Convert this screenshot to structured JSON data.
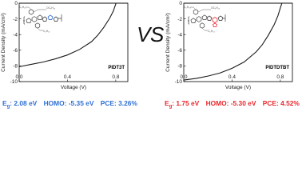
{
  "vs_label": "VS",
  "chart_data": [
    {
      "type": "line",
      "title": "",
      "xlabel": "Voltage (V)",
      "ylabel": "Current Density (mA/cm²)",
      "xlim": [
        0,
        0.9
      ],
      "ylim": [
        -10,
        0
      ],
      "x_ticks": [
        "0.0",
        "0.4",
        "0.8"
      ],
      "y_ticks": [
        "0",
        "-2",
        "-4",
        "-6",
        "-8",
        "-10"
      ],
      "grid": false,
      "polymer_name": "PIDT3T",
      "series": [
        {
          "name": "",
          "x": [
            0.0,
            0.1,
            0.2,
            0.3,
            0.4,
            0.5,
            0.6,
            0.65,
            0.7,
            0.75,
            0.78,
            0.8,
            0.83,
            0.86,
            0.9
          ],
          "y": [
            -8.1,
            -7.8,
            -7.5,
            -7.1,
            -6.6,
            -5.9,
            -4.9,
            -4.1,
            -3.1,
            -1.9,
            -1.0,
            -0.1,
            1.0,
            2.4,
            4.5
          ]
        }
      ],
      "highlight_color": "#2e6fd6"
    },
    {
      "type": "line",
      "title": "",
      "xlabel": "Voltage (V)",
      "ylabel": "Current Density (mA/cm²)",
      "xlim": [
        0,
        0.9
      ],
      "ylim": [
        -10,
        0
      ],
      "x_ticks": [
        "0.0",
        "0.4",
        "0.8"
      ],
      "y_ticks": [
        "0",
        "-2",
        "-4",
        "-6",
        "-8",
        "-10"
      ],
      "grid": false,
      "polymer_name": "PIDTDTBT",
      "series": [
        {
          "name": "",
          "x": [
            0.0,
            0.1,
            0.2,
            0.3,
            0.4,
            0.5,
            0.6,
            0.65,
            0.7,
            0.75,
            0.78,
            0.8,
            0.83,
            0.86,
            0.9
          ],
          "y": [
            -9.8,
            -9.6,
            -9.3,
            -8.9,
            -8.3,
            -7.5,
            -6.2,
            -5.3,
            -4.1,
            -2.7,
            -1.6,
            -0.6,
            0.8,
            2.3,
            4.6
          ]
        }
      ],
      "highlight_color": "#e8262b"
    }
  ],
  "properties": [
    {
      "eg_prefix": "E",
      "eg_sub": "g",
      "eg_value": ": 2.08 eV",
      "homo": "HOMO: -5.35 eV",
      "pce": "PCE: 3.26%"
    },
    {
      "eg_prefix": "E",
      "eg_sub": "g",
      "eg_value": ": 1.75 eV",
      "homo": "HOMO: -5.30 eV",
      "pce": "PCE: 4.52%"
    }
  ],
  "structure_labels": {
    "chain_top": "C₆H₁₃",
    "chain_bottom": "C₆H₁₃",
    "chain_side": "OC₆H₁₃"
  },
  "colors": {
    "left_accent": "#2e6fd6",
    "right_accent": "#e8262b"
  }
}
